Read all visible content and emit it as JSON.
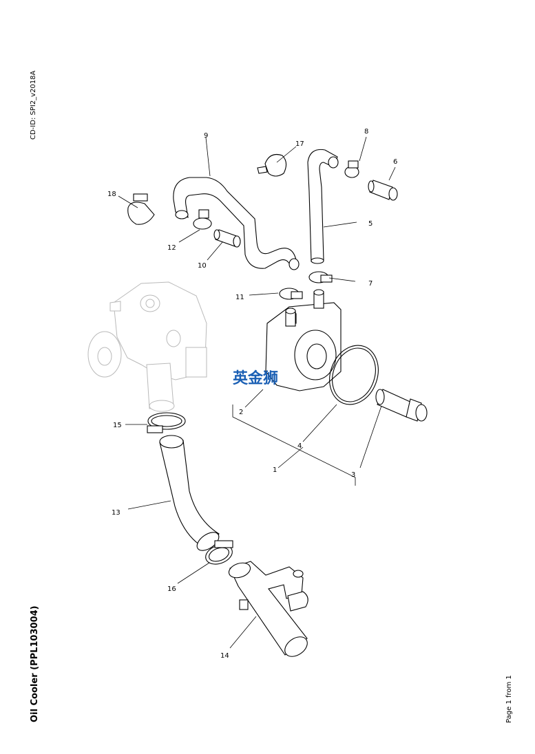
{
  "document": {
    "cd_id": "CD-ID: SPI2_v2018A",
    "title": "Oil Cooler (PPL103004)",
    "page_label": "Page 1 from 1",
    "watermark": "英金狮",
    "watermark_color": "#1a5fb4"
  },
  "callouts": [
    {
      "id": "c1",
      "label": "1"
    },
    {
      "id": "c2",
      "label": "2"
    },
    {
      "id": "c3",
      "label": "3"
    },
    {
      "id": "c4",
      "label": "4"
    },
    {
      "id": "c5",
      "label": "5"
    },
    {
      "id": "c6",
      "label": "6"
    },
    {
      "id": "c7",
      "label": "7"
    },
    {
      "id": "c8",
      "label": "8"
    },
    {
      "id": "c9",
      "label": "9"
    },
    {
      "id": "c10",
      "label": "10"
    },
    {
      "id": "c11",
      "label": "11"
    },
    {
      "id": "c12",
      "label": "12"
    },
    {
      "id": "c13",
      "label": "13"
    },
    {
      "id": "c14",
      "label": "14"
    },
    {
      "id": "c15",
      "label": "15"
    },
    {
      "id": "c16",
      "label": "16"
    },
    {
      "id": "c17",
      "label": "17"
    },
    {
      "id": "c18",
      "label": "18"
    }
  ]
}
